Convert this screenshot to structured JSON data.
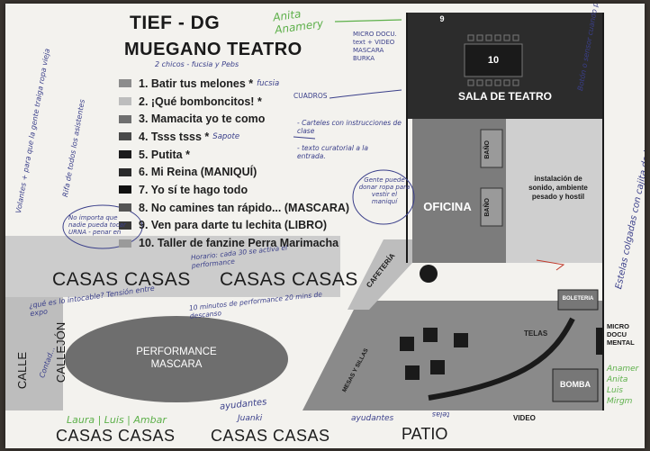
{
  "header": {
    "title": "TIEF - DG",
    "subtitle": "MUEGANO TEATRO",
    "note_chicos": "2 chicos - fucsia y Pebs"
  },
  "legend": [
    {
      "label": "1. Batir tus melones *",
      "note": "fucsia",
      "color": "#8c8c8c"
    },
    {
      "label": "2. ¡Qué bomboncitos! *",
      "note": "",
      "color": "#bdbdbd"
    },
    {
      "label": "3. Mamacita yo te como",
      "note": "",
      "color": "#6f6f6f"
    },
    {
      "label": "4. Tsss tsss *",
      "note": "Sapote",
      "color": "#4a4a4a"
    },
    {
      "label": "5. Putita *",
      "note": "",
      "color": "#1c1c1c"
    },
    {
      "label": "6. Mi Reina (MANIQUÍ)",
      "note": "",
      "color": "#2a2a2a"
    },
    {
      "label": "7. Yo sí te hago todo",
      "note": "",
      "color": "#111111"
    },
    {
      "label": "8. No camines tan rápido... (MASCARA)",
      "note": "",
      "color": "#555555"
    },
    {
      "label": "9. Ven para darte tu lechita (LIBRO)",
      "note": "",
      "color": "#3a3a3a"
    },
    {
      "label": "10. Taller de fanzine Perra Marimacha",
      "note": "",
      "color": "#9a9a9a"
    }
  ],
  "rooms": {
    "sala": "SALA DE TEATRO",
    "sala_number": "10",
    "sala_top_number": "9",
    "oficina": "OFICINA",
    "bano_1": "BAÑO",
    "bano_2": "BAÑO",
    "instalacion": "instalación de sonido, ambiente pesado y hostil",
    "cafeteria": "CAFETERÍA",
    "boleteria": "BOLETERIA",
    "telas": "TELAS",
    "bomba": "BOMBA",
    "mesas": "MESAS Y SILLAS",
    "micro_docu": "MICRO DOCU MENTAL",
    "video": "VIDEO",
    "patio": "PATIO",
    "performance": "PERFORMANCE MASCARA",
    "callejon": "CALLEJÓN",
    "calle": "CALLE"
  },
  "streets": {
    "casas_1": "CASAS CASAS",
    "casas_2": "CASAS CASAS",
    "casas_bottom_1": "CASAS CASAS",
    "casas_bottom_2": "CASAS CASAS"
  },
  "notes": {
    "anita": "Anita Anamery",
    "micro_video": "MICRO DOCU. text + VIDEO MASCARA BURKA",
    "cuadros": "CUADROS",
    "carteles": "- Carteles con instrucciones de clase",
    "texto_curatorial": "- texto curatorial a la entrada.",
    "horario": "Horario: cada 30 se activa el performance",
    "minutos": "10 minutos de performance 20 mins de descanso",
    "gente": "Gente puede donar ropa para vestir el maniquí",
    "no_importa": "No importa que nadie pueda tocar URNA - penar en",
    "que_es": "¿qué es lo intocable? Tensión entre expo",
    "boton": "Botón o sensor cuando pasa gente",
    "bolsas": "Volantes + para que la gente traiga ropa vieja",
    "ropa_trapos": "Rifa de todos los asistentes",
    "estelas": "Estelas colgadas con cajita de impresión",
    "ayudantes_1": "ayudantes",
    "ayudantes_2": "ayudantes",
    "juanki": "Juanki",
    "laura": "Laura | Luis | Ambar",
    "anamer_right": "Anamer Anita Luis Mirgm",
    "contadores": "Contad...",
    "telas_hand": "telas"
  }
}
